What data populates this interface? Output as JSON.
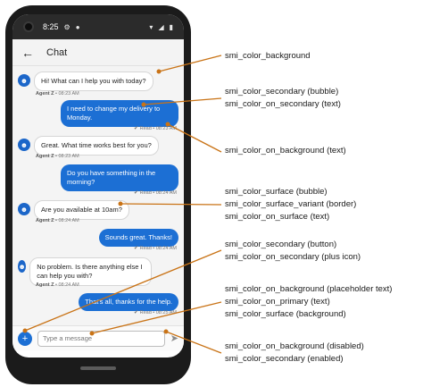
{
  "status": {
    "time": "8:25"
  },
  "appbar": {
    "title": "Chat"
  },
  "messages": [
    {
      "dir": "in",
      "text": "Hi! What can I help you with today?",
      "agent": "Agent Z",
      "time": "08:23 AM"
    },
    {
      "dir": "out",
      "text": "I need to change my delivery to Monday.",
      "status": "Read",
      "time": "08:23 AM"
    },
    {
      "dir": "in",
      "text": "Great. What time works best for you?",
      "agent": "Agent Z",
      "time": "08:23 AM"
    },
    {
      "dir": "out",
      "text": "Do you have something in the morning?",
      "status": "Read",
      "time": "08:24 AM"
    },
    {
      "dir": "in",
      "text": "Are you available at 10am?",
      "agent": "Agent Z",
      "time": "08:24 AM"
    },
    {
      "dir": "out",
      "text": "Sounds great. Thanks!",
      "status": "Read",
      "time": "08:24 AM"
    },
    {
      "dir": "in",
      "text": "No problem. Is there anything else I can help you with?",
      "agent": "Agent Z",
      "time": "08:24 AM"
    },
    {
      "dir": "out",
      "text": "That's all, thanks for the help.",
      "status": "Read",
      "time": "08:25 AM"
    }
  ],
  "composer": {
    "placeholder": "Type a message"
  },
  "annotations": [
    "smi_color_background",
    "smi_color_secondary (bubble)",
    "smi_color_on_secondary (text)",
    "smi_color_on_background (text)",
    "smi_color_surface (bubble)",
    "smi_color_surface_variant (border)",
    "smi_color_on_surface (text)",
    "smi_color_secondary (button)",
    "smi_color_on_secondary (plus icon)",
    "smi_color_on_background (placeholder text)",
    "smi_color_on_primary (text)",
    "smi_color_surface (background)",
    "smi_color_on_background (disabled)",
    "smi_color_secondary (enabled)"
  ],
  "colors": {
    "accent": "#1c6fd4",
    "annotation_line": "#c97316",
    "surface": "#ffffff",
    "background": "#f4f4f4"
  }
}
